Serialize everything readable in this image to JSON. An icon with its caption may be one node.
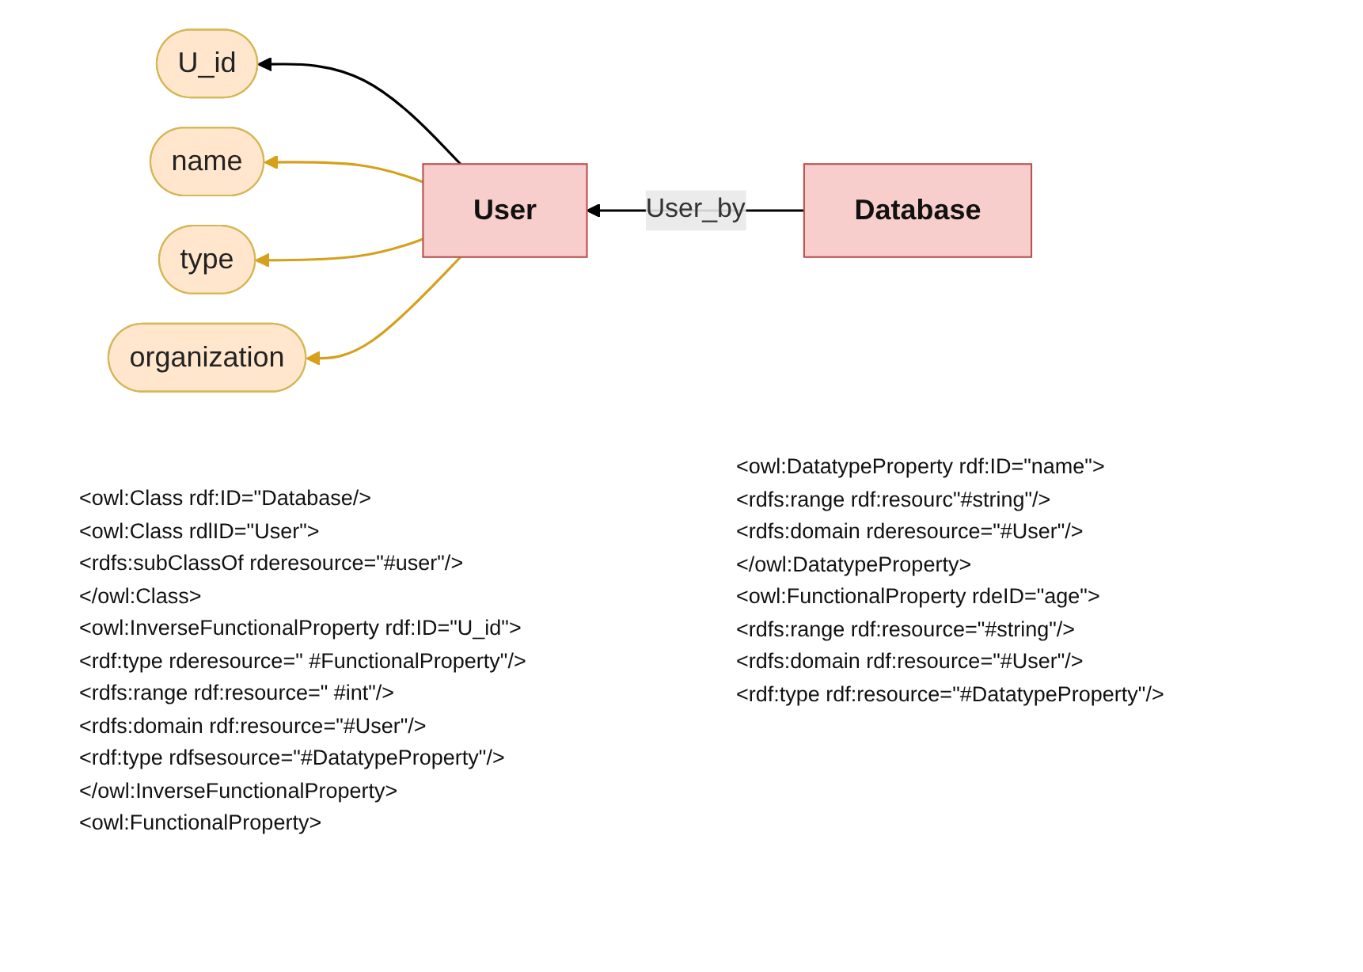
{
  "diagram": {
    "nodes": [
      {
        "text": [
          "U_id"
        ]
      },
      {
        "text": [
          "name"
        ]
      },
      {
        "text": [
          "User"
        ]
      },
      {
        "text": [
          "Database"
        ]
      },
      {
        "text": [
          "type"
        ]
      },
      {
        "text": [
          "organization"
        ]
      }
    ],
    "edges": [
      {
        "from": 2,
        "to": 0,
        "arrow": "to",
        "color": "#000000"
      },
      {
        "from": 2,
        "to": 1,
        "arrow": "to"
      },
      {
        "from": 3,
        "to": 2,
        "arrow": "to",
        "label": "User_by",
        "color": "#000000"
      },
      {
        "from": 2,
        "to": 4,
        "arrow": "to"
      },
      {
        "from": 2,
        "to": 5,
        "arrow": "to"
      }
    ],
    "labels": [
      "<owl:Class rdf:ID=\"Database/>",
      "<owl:Class rdlID=\"User\">",
      "<rdfs:subClassOf rderesource=\"#user\"/>",
      "</owl:Class>",
      "<owl:InverseFunctionalProperty rdf:ID=\"U_id\">",
      "<rdf:type rderesource=\" #FunctionalProperty\"/>",
      "<rdfs:range rdf:resource=\" #int\"/>",
      "<rdfs:domain rdf:resource=\"#User\"/>",
      "<rdf:type rdfsesource=\"#DatatypeProperty\"/>",
      "</owl:InverseFunctionalProperty>",
      "<owl:FunctionalProperty>",
      "<owl:DatatypeProperty rdf:ID=\"name\">",
      "<rdfs:range rdf:resourc\"#string\"/>",
      "<rdfs:domain rderesource=\"#User\"/>",
      "</owl:DatatypeProperty>",
      "<owl:FunctionalProperty rdeID=\"age\">",
      "<rdfs:range rdf:resource=\"#string\"/>",
      "<rdfs:domain rdf:resource=\"#User\"/>",
      "<rdf:type rdf:resource=\"#DatatypeProperty\"/>"
    ]
  }
}
